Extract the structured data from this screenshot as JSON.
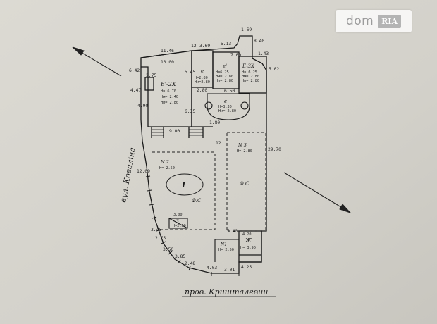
{
  "watermark": {
    "brand": "dom",
    "badge": "RIA"
  },
  "streets": {
    "left": "вул. Коваліна",
    "bottom": "пров. Кришталевий"
  },
  "rooms": {
    "e2x": {
      "title": "Е'-2Х",
      "lines": [
        "Н= 6.70",
        "Нм= 2.40",
        "Нп= 2.80"
      ]
    },
    "e1": {
      "title": "е'",
      "lines": [
        "Н=6.25",
        "Нм= 2.80",
        "Нп= 2.80"
      ]
    },
    "e2": {
      "title": "е",
      "lines": [
        "Н=2.80",
        "Нм=2.80"
      ]
    },
    "e3": {
      "title": "Е-3Х",
      "lines": [
        "Н= 6.25",
        "Нм= 2.80",
        "Нп= 2.80"
      ]
    },
    "e4": {
      "title": "е",
      "lines": [
        "Н=3.30",
        "Нм= 2.80"
      ]
    },
    "n2": {
      "title": "N 2",
      "lines": [
        "Н= 2.50"
      ]
    },
    "n3": {
      "title": "N 3",
      "lines": [
        "Н= 2.80"
      ]
    },
    "n1": {
      "title": "N1",
      "lines": [
        "Н= 2.50"
      ]
    },
    "zh": {
      "title": "Ж",
      "lines": [
        "4.20",
        "Н= 3.90"
      ]
    },
    "z": {
      "title": "З",
      "lines": [
        "Н=2.50",
        "3.00"
      ]
    }
  },
  "yard_mark": "I",
  "fs_marks": [
    "Ф.С.",
    "Ф.С."
  ],
  "dims": [
    "11.46",
    "10.00",
    "12",
    "3.69",
    "5.13",
    "1.69",
    "8.40",
    "1.43",
    "5.02",
    "6.42",
    "4.47",
    "4.90",
    "2.75",
    "5.45",
    "6.35",
    "2.80",
    "9.00",
    "7.00",
    "6.50",
    "12.09",
    "29.70",
    "3.45",
    "2.75",
    "3.50",
    "3.85",
    "2.48",
    "4.03",
    "3.01",
    "4.25",
    "5.40",
    "12",
    "1.80"
  ]
}
